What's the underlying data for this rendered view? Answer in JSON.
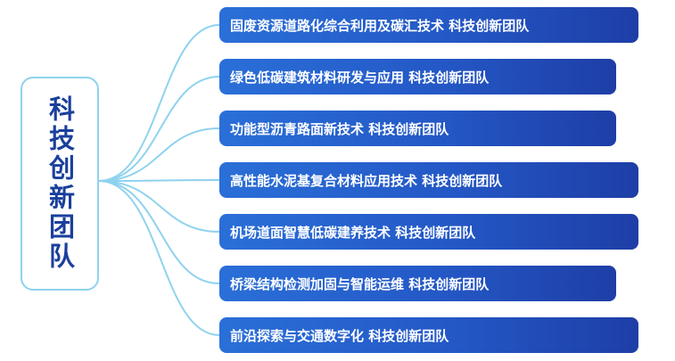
{
  "root": {
    "label": "科技创新团队"
  },
  "branches": [
    {
      "label": "固废资源道路化综合利用及碳汇技术 科技创新团队"
    },
    {
      "label": "绿色低碳建筑材料研发与应用 科技创新团队"
    },
    {
      "label": "功能型沥青路面新技术 科技创新团队"
    },
    {
      "label": "高性能水泥基复合材料应用技术 科技创新团队"
    },
    {
      "label": "机场道面智慧低碳建养技术 科技创新团队"
    },
    {
      "label": "桥梁结构检测加固与智能运维 科技创新团队"
    },
    {
      "label": "前沿探索与交通数字化 科技创新团队"
    }
  ],
  "colors": {
    "connector": "#8fd2ee",
    "root_border": "#8fd2ee",
    "root_text": "#1a3f9c",
    "branch_start": "#2a6fd8",
    "branch_end": "#1e3ea6",
    "branch_text": "#ffffff"
  }
}
